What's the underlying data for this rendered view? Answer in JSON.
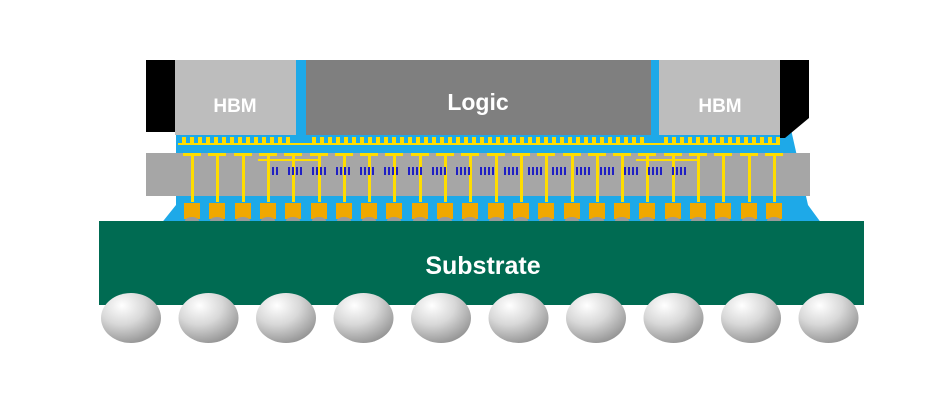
{
  "labels": {
    "hbm_left": "HBM",
    "logic": "Logic",
    "hbm_right": "HBM",
    "substrate": "Substrate"
  },
  "colors": {
    "mold": "#000000",
    "underfill": "#1ea9e8",
    "hbm": "#bdbdbd",
    "logic": "#7f7f7f",
    "interposer": "#a6a6a6",
    "wiring": "#ffdd00",
    "tsv": "#1f1fc4",
    "bump": "#f0a800",
    "substrate": "#006b52",
    "ball": "#c8c8c8"
  }
}
